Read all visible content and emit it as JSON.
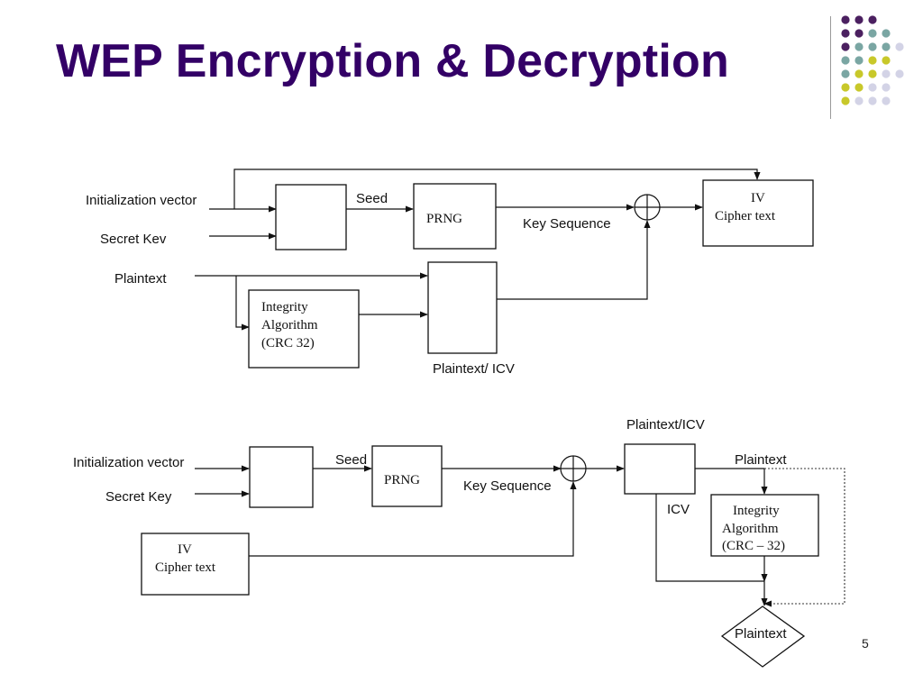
{
  "slide": {
    "title": "WEP Encryption & Decryption",
    "page_number": "5",
    "colors": {
      "title": "#330066",
      "dot_purple": "#4b2060",
      "dot_teal": "#7aa6a3",
      "dot_olive": "#c8c82a",
      "dot_lavender": "#d3d3e6"
    }
  },
  "encryption": {
    "iv_label": "Initialization vector",
    "key_label": "Secret Kev",
    "plaintext_label": "Plaintext",
    "seed_label": "Seed",
    "prng_label": "PRNG",
    "key_sequence_label": "Key Sequence",
    "output_line1": "IV",
    "output_line2": "Cipher text",
    "integrity_line1": "Integrity",
    "integrity_line2": "Algorithm",
    "integrity_line3": "(CRC 32)",
    "plaintext_icv_label": "Plaintext/ ICV"
  },
  "decryption": {
    "iv_label": "Initialization vector",
    "key_label": "Secret Key",
    "seed_label": "Seed",
    "prng_label": "PRNG",
    "key_sequence_label": "Key Sequence",
    "input_line1": "IV",
    "input_line2": "Cipher text",
    "plaintext_icv_label": "Plaintext/ICV",
    "plaintext_label": "Plaintext",
    "icv_label": "ICV",
    "integrity_line1": "Integrity",
    "integrity_line2": "Algorithm",
    "integrity_line3": "(CRC – 32)",
    "result_label": "Plaintext"
  }
}
